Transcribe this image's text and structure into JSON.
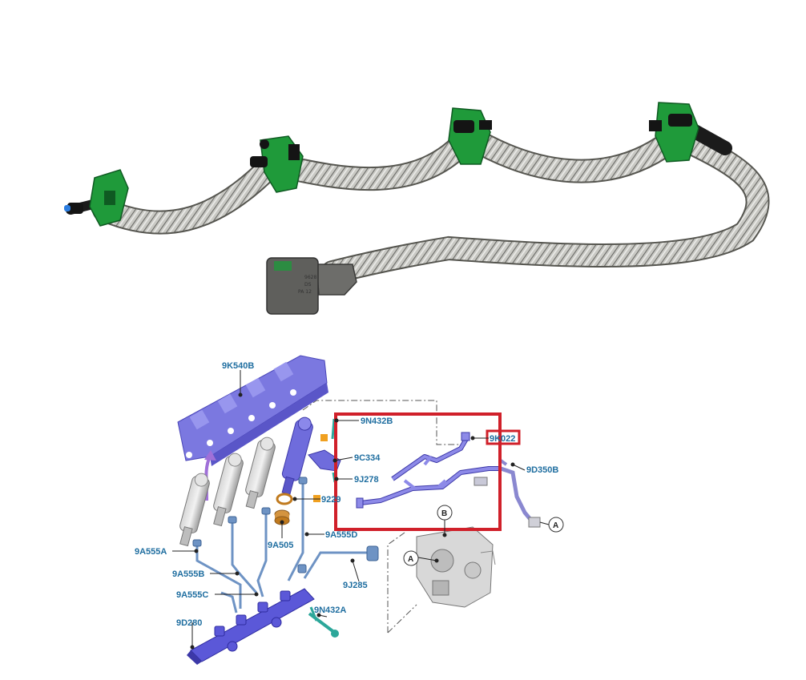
{
  "photo": {
    "connector_print": [
      "9628",
      "DS",
      "PA 12"
    ]
  },
  "diagram": {
    "labels": {
      "heat_shield": "9K540B",
      "bolt_top": "9N432B",
      "leak_line": "9K022",
      "clip": "9C334",
      "line_return": "9D350B",
      "seal": "9J278",
      "washer": "9229",
      "o_ring": "9A505",
      "line_d": "9A555D",
      "line_a": "9A555A",
      "line_b": "9A555B",
      "pump_line": "9J285",
      "line_c": "9A555C",
      "bolt_bottom": "9N432A",
      "rail": "9D280"
    },
    "callouts": {
      "a1": "A",
      "a2": "A",
      "b": "B"
    },
    "colors": {
      "label": "#1f6ea0",
      "highlight_box": "#d0202a",
      "part_fill": "#7b78e0",
      "hose_braid": "#b8b8b4",
      "connector_green": "#1f9a3a"
    }
  }
}
